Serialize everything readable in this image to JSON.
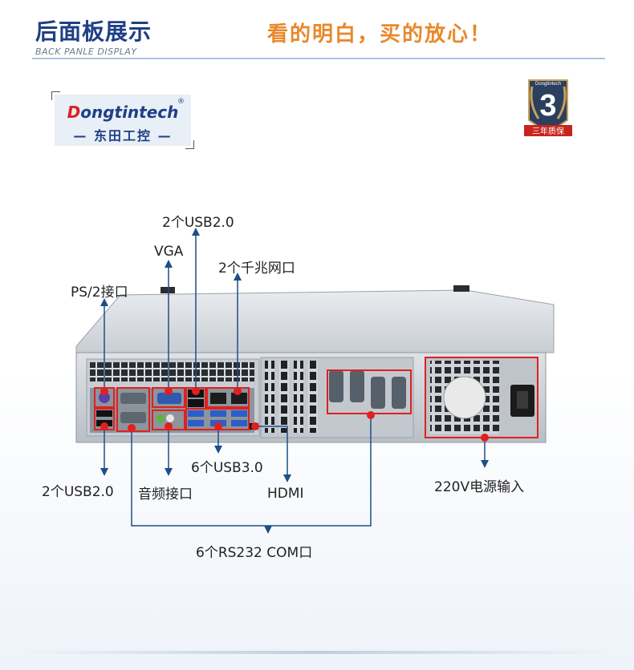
{
  "header": {
    "title": "后面板展示",
    "subtitle": "BACK PANLE DISPLAY",
    "slogan": "看的明白，买的放心！"
  },
  "logo": {
    "brand_first": "D",
    "brand_rest": "ongtintech",
    "registered": "®",
    "brand_cn": "— 东田工控 —"
  },
  "badge": {
    "brand": "Dongtintech",
    "number": "3",
    "text": "三年质保"
  },
  "labels": {
    "usb20_top": "2个USB2.0",
    "vga": "VGA",
    "lan": "2个千兆网口",
    "ps2": "PS/2接口",
    "usb30": "6个USB3.0",
    "hdmi": "HDMI",
    "usb20_bottom": "2个USB2.0",
    "audio": "音频接口",
    "power": "220V电源输入",
    "com": "6个RS232 COM口"
  },
  "colors": {
    "title": "#1f3f86",
    "slogan": "#e8882b",
    "callout_line": "#1f4e86",
    "highlight": "#e0201f",
    "dot": "#e0201f"
  }
}
